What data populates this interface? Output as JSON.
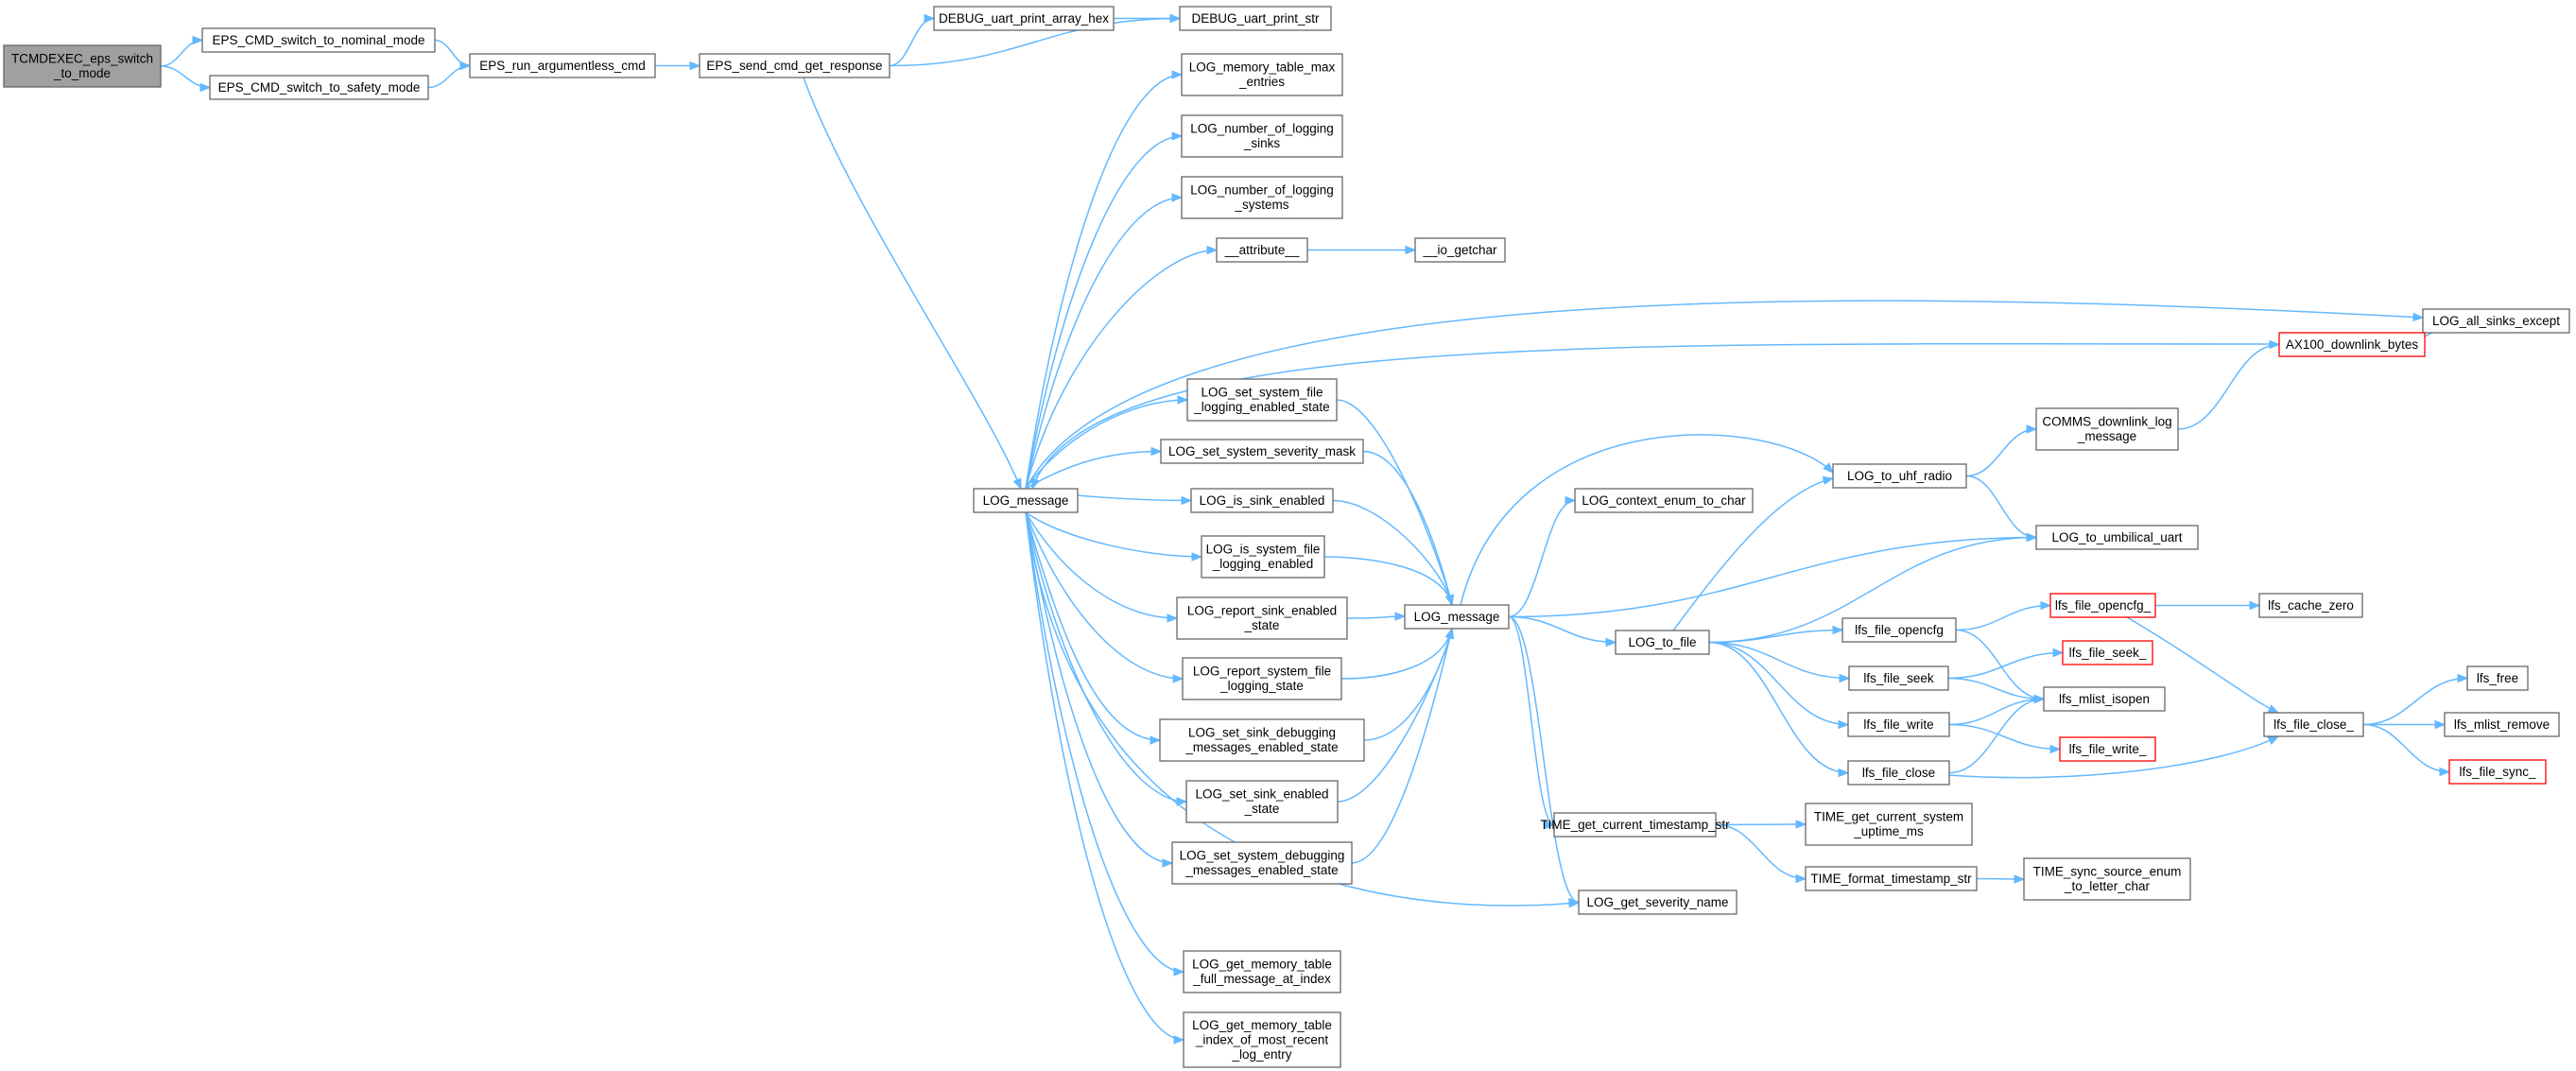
{
  "graph": {
    "type": "call-graph",
    "colors": {
      "edge": "#63b8ff",
      "root_fill": "#a0a0a0",
      "node_border": "#666666",
      "truncated_border": "#ff0000"
    },
    "nodes": [
      {
        "id": "tcmd",
        "lines": [
          "TCMDEXEC_eps_switch",
          "_to_mode"
        ],
        "root": true
      },
      {
        "id": "nominal",
        "lines": [
          "EPS_CMD_switch_to_nominal_mode"
        ]
      },
      {
        "id": "safety",
        "lines": [
          "EPS_CMD_switch_to_safety_mode"
        ]
      },
      {
        "id": "runarg",
        "lines": [
          "EPS_run_argumentless_cmd"
        ]
      },
      {
        "id": "sendcmd",
        "lines": [
          "EPS_send_cmd_get_response"
        ]
      },
      {
        "id": "dbghex",
        "lines": [
          "DEBUG_uart_print_array_hex"
        ]
      },
      {
        "id": "dbgstr",
        "lines": [
          "DEBUG_uart_print_str"
        ]
      },
      {
        "id": "logmsg1",
        "lines": [
          "LOG_message"
        ]
      },
      {
        "id": "memmax",
        "lines": [
          "LOG_memory_table_max",
          "_entries"
        ]
      },
      {
        "id": "numsinks",
        "lines": [
          "LOG_number_of_logging",
          "_sinks"
        ]
      },
      {
        "id": "numsys",
        "lines": [
          "LOG_number_of_logging",
          "_systems"
        ]
      },
      {
        "id": "attr",
        "lines": [
          "__attribute__"
        ]
      },
      {
        "id": "getchar",
        "lines": [
          "__io_getchar"
        ]
      },
      {
        "id": "allsinks",
        "lines": [
          "LOG_all_sinks_except"
        ]
      },
      {
        "id": "ax100",
        "lines": [
          "AX100_downlink_bytes"
        ],
        "truncated": true
      },
      {
        "id": "setsysfile",
        "lines": [
          "LOG_set_system_file",
          "_logging_enabled_state"
        ]
      },
      {
        "id": "setsev",
        "lines": [
          "LOG_set_system_severity_mask"
        ]
      },
      {
        "id": "issink",
        "lines": [
          "LOG_is_sink_enabled"
        ]
      },
      {
        "id": "issysfile",
        "lines": [
          "LOG_is_system_file",
          "_logging_enabled"
        ]
      },
      {
        "id": "repsink",
        "lines": [
          "LOG_report_sink_enabled",
          "_state"
        ]
      },
      {
        "id": "repsysfile",
        "lines": [
          "LOG_report_system_file",
          "_logging_state"
        ]
      },
      {
        "id": "setsinkdbg",
        "lines": [
          "LOG_set_sink_debugging",
          "_messages_enabled_state"
        ]
      },
      {
        "id": "setsinken",
        "lines": [
          "LOG_set_sink_enabled",
          "_state"
        ]
      },
      {
        "id": "setsysdbg",
        "lines": [
          "LOG_set_system_debugging",
          "_messages_enabled_state"
        ]
      },
      {
        "id": "getfull",
        "lines": [
          "LOG_get_memory_table",
          "_full_message_at_index"
        ]
      },
      {
        "id": "getrecent",
        "lines": [
          "LOG_get_memory_table",
          "_index_of_most_recent",
          "_log_entry"
        ]
      },
      {
        "id": "logmsg2",
        "lines": [
          "LOG_message"
        ]
      },
      {
        "id": "ctxenum",
        "lines": [
          "LOG_context_enum_to_char"
        ]
      },
      {
        "id": "touhf",
        "lines": [
          "LOG_to_uhf_radio"
        ]
      },
      {
        "id": "commsdl",
        "lines": [
          "COMMS_downlink_log",
          "_message"
        ]
      },
      {
        "id": "toumb",
        "lines": [
          "LOG_to_umbilical_uart"
        ]
      },
      {
        "id": "tofile",
        "lines": [
          "LOG_to_file"
        ]
      },
      {
        "id": "opencfg",
        "lines": [
          "lfs_file_opencfg"
        ]
      },
      {
        "id": "opencfg_",
        "lines": [
          "lfs_file_opencfg_"
        ],
        "truncated": true
      },
      {
        "id": "cachezero",
        "lines": [
          "lfs_cache_zero"
        ]
      },
      {
        "id": "fseek",
        "lines": [
          "lfs_file_seek"
        ]
      },
      {
        "id": "fseek_",
        "lines": [
          "lfs_file_seek_"
        ],
        "truncated": true
      },
      {
        "id": "isopen",
        "lines": [
          "lfs_mlist_isopen"
        ]
      },
      {
        "id": "fwrite",
        "lines": [
          "lfs_file_write"
        ]
      },
      {
        "id": "fwrite_",
        "lines": [
          "lfs_file_write_"
        ],
        "truncated": true
      },
      {
        "id": "fclose",
        "lines": [
          "lfs_file_close"
        ]
      },
      {
        "id": "fclose_",
        "lines": [
          "lfs_file_close_"
        ]
      },
      {
        "id": "lfsfree",
        "lines": [
          "lfs_free"
        ]
      },
      {
        "id": "mlrem",
        "lines": [
          "lfs_mlist_remove"
        ]
      },
      {
        "id": "fsync_",
        "lines": [
          "lfs_file_sync_"
        ],
        "truncated": true
      },
      {
        "id": "gettsstr",
        "lines": [
          "TIME_get_current_timestamp_str"
        ]
      },
      {
        "id": "uptime",
        "lines": [
          "TIME_get_current_system",
          "_uptime_ms"
        ]
      },
      {
        "id": "fmtts",
        "lines": [
          "TIME_format_timestamp_str"
        ]
      },
      {
        "id": "syncsrc",
        "lines": [
          "TIME_sync_source_enum",
          "_to_letter_char"
        ]
      },
      {
        "id": "sevname",
        "lines": [
          "LOG_get_severity_name"
        ]
      }
    ],
    "edges": [
      [
        "tcmd",
        "nominal"
      ],
      [
        "tcmd",
        "safety"
      ],
      [
        "nominal",
        "runarg"
      ],
      [
        "safety",
        "runarg"
      ],
      [
        "runarg",
        "sendcmd"
      ],
      [
        "sendcmd",
        "dbghex"
      ],
      [
        "sendcmd",
        "dbgstr"
      ],
      [
        "dbghex",
        "dbgstr"
      ],
      [
        "sendcmd",
        "logmsg1"
      ],
      [
        "logmsg1",
        "memmax"
      ],
      [
        "logmsg1",
        "numsinks"
      ],
      [
        "logmsg1",
        "numsys"
      ],
      [
        "logmsg1",
        "attr"
      ],
      [
        "attr",
        "getchar"
      ],
      [
        "logmsg1",
        "allsinks"
      ],
      [
        "ax100",
        "logmsg1"
      ],
      [
        "ax100",
        "allsinks"
      ],
      [
        "logmsg1",
        "setsysfile"
      ],
      [
        "logmsg1",
        "setsev"
      ],
      [
        "logmsg1",
        "issink"
      ],
      [
        "logmsg1",
        "issysfile"
      ],
      [
        "logmsg1",
        "repsink"
      ],
      [
        "logmsg1",
        "repsysfile"
      ],
      [
        "logmsg1",
        "setsinkdbg"
      ],
      [
        "logmsg1",
        "setsinken"
      ],
      [
        "logmsg1",
        "setsysdbg"
      ],
      [
        "logmsg1",
        "sevname"
      ],
      [
        "logmsg1",
        "getfull"
      ],
      [
        "logmsg1",
        "getrecent"
      ],
      [
        "setsysfile",
        "logmsg2"
      ],
      [
        "setsev",
        "logmsg2"
      ],
      [
        "issink",
        "logmsg2"
      ],
      [
        "issysfile",
        "logmsg2"
      ],
      [
        "repsink",
        "logmsg2"
      ],
      [
        "repsysfile",
        "logmsg2"
      ],
      [
        "setsinkdbg",
        "logmsg2"
      ],
      [
        "setsinken",
        "logmsg2"
      ],
      [
        "setsysdbg",
        "logmsg2"
      ],
      [
        "logmsg2",
        "ctxenum"
      ],
      [
        "logmsg2",
        "touhf"
      ],
      [
        "logmsg2",
        "toumb"
      ],
      [
        "logmsg2",
        "tofile"
      ],
      [
        "logmsg2",
        "gettsstr"
      ],
      [
        "logmsg2",
        "sevname"
      ],
      [
        "touhf",
        "commsdl"
      ],
      [
        "touhf",
        "toumb"
      ],
      [
        "commsdl",
        "ax100"
      ],
      [
        "tofile",
        "touhf"
      ],
      [
        "tofile",
        "toumb"
      ],
      [
        "tofile",
        "opencfg"
      ],
      [
        "tofile",
        "fseek"
      ],
      [
        "tofile",
        "fwrite"
      ],
      [
        "tofile",
        "fclose"
      ],
      [
        "opencfg",
        "opencfg_"
      ],
      [
        "opencfg",
        "isopen"
      ],
      [
        "opencfg_",
        "cachezero"
      ],
      [
        "opencfg_",
        "fclose_"
      ],
      [
        "fseek",
        "fseek_"
      ],
      [
        "fseek",
        "isopen"
      ],
      [
        "fwrite",
        "isopen"
      ],
      [
        "fwrite",
        "fwrite_"
      ],
      [
        "fclose",
        "isopen"
      ],
      [
        "fclose",
        "fclose_"
      ],
      [
        "fclose_",
        "lfsfree"
      ],
      [
        "fclose_",
        "mlrem"
      ],
      [
        "fclose_",
        "fsync_"
      ],
      [
        "gettsstr",
        "uptime"
      ],
      [
        "gettsstr",
        "fmtts"
      ],
      [
        "fmtts",
        "syncsrc"
      ]
    ]
  }
}
